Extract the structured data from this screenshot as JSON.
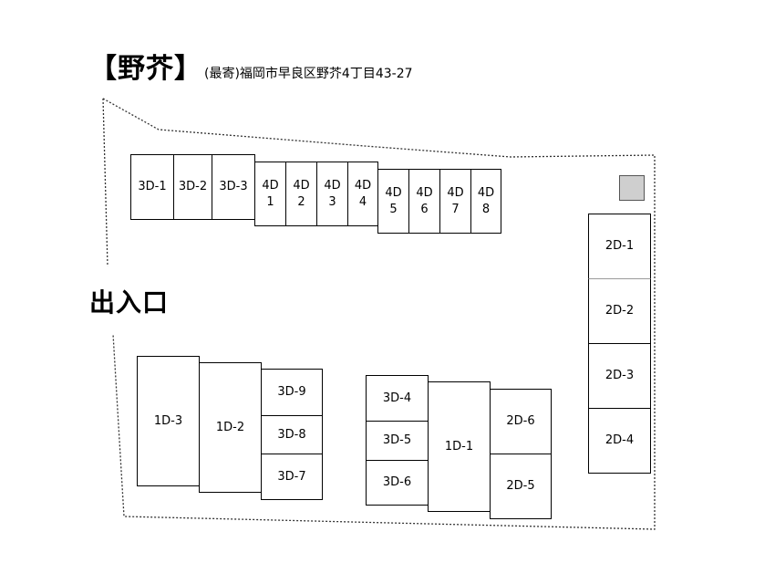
{
  "header": {
    "title": "【野芥】",
    "address": "(最寄)福岡市早良区野芥4丁目43-27"
  },
  "entrance_label": "出入口",
  "spaces": {
    "s3d1": "3D-1",
    "s3d2": "3D-2",
    "s3d3": "3D-3",
    "s4d1": [
      "4D",
      "1"
    ],
    "s4d2": [
      "4D",
      "2"
    ],
    "s4d3": [
      "4D",
      "3"
    ],
    "s4d4": [
      "4D",
      "4"
    ],
    "s4d5": [
      "4D",
      "5"
    ],
    "s4d6": [
      "4D",
      "6"
    ],
    "s4d7": [
      "4D",
      "7"
    ],
    "s4d8": [
      "4D",
      "8"
    ],
    "s2d1": "2D-1",
    "s2d2": "2D-2",
    "s2d3": "2D-3",
    "s2d4": "2D-4",
    "s1d3": "1D-3",
    "s1d2": "1D-2",
    "s3d9": "3D-9",
    "s3d8": "3D-8",
    "s3d7": "3D-7",
    "s3d4": "3D-4",
    "s3d5": "3D-5",
    "s3d6": "3D-6",
    "s1d1": "1D-1",
    "s2d6": "2D-6",
    "s2d5": "2D-5"
  }
}
